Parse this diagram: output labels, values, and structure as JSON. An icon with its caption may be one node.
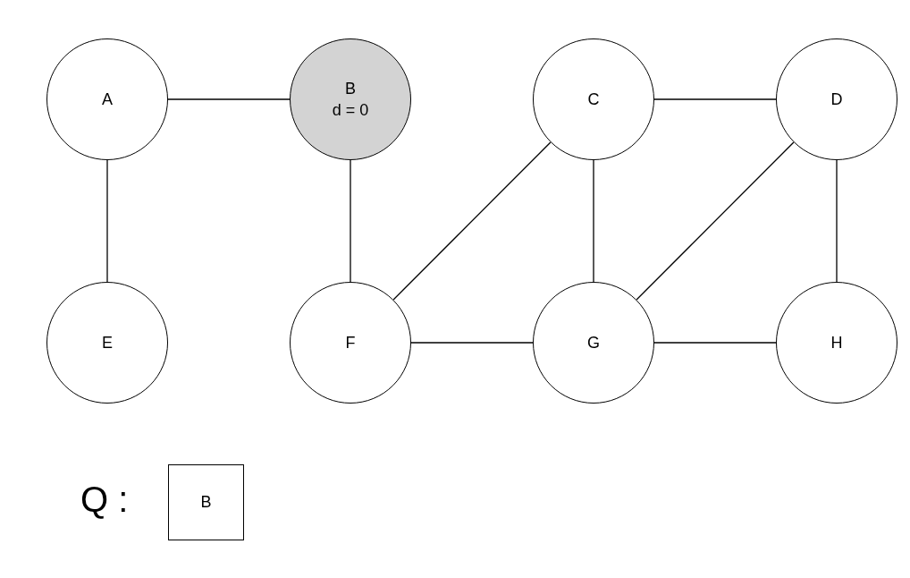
{
  "diagram": {
    "nodes": [
      {
        "text": [
          "A"
        ]
      },
      {
        "text": [
          "B",
          "d = 0"
        ]
      },
      {
        "text": [
          "C"
        ]
      },
      {
        "text": [
          "D"
        ]
      },
      {
        "text": [
          "E"
        ]
      },
      {
        "text": [
          "F"
        ]
      },
      {
        "text": [
          "G"
        ]
      },
      {
        "text": [
          "H"
        ]
      },
      {
        "text": [
          "B"
        ]
      }
    ],
    "edges": [
      {
        "from": 0,
        "to": 1,
        "arrow": "none"
      },
      {
        "from": 0,
        "to": 4,
        "arrow": "none"
      },
      {
        "from": 1,
        "to": 5,
        "arrow": "none"
      },
      {
        "from": 2,
        "to": 3,
        "arrow": "none"
      },
      {
        "from": 2,
        "to": 5,
        "arrow": "none"
      },
      {
        "from": 2,
        "to": 6,
        "arrow": "none"
      },
      {
        "from": 3,
        "to": 6,
        "arrow": "none"
      },
      {
        "from": 3,
        "to": 7,
        "arrow": "none"
      },
      {
        "from": 5,
        "to": 6,
        "arrow": "none"
      },
      {
        "from": 6,
        "to": 7,
        "arrow": "none"
      }
    ],
    "labels": [
      "Q :"
    ]
  }
}
